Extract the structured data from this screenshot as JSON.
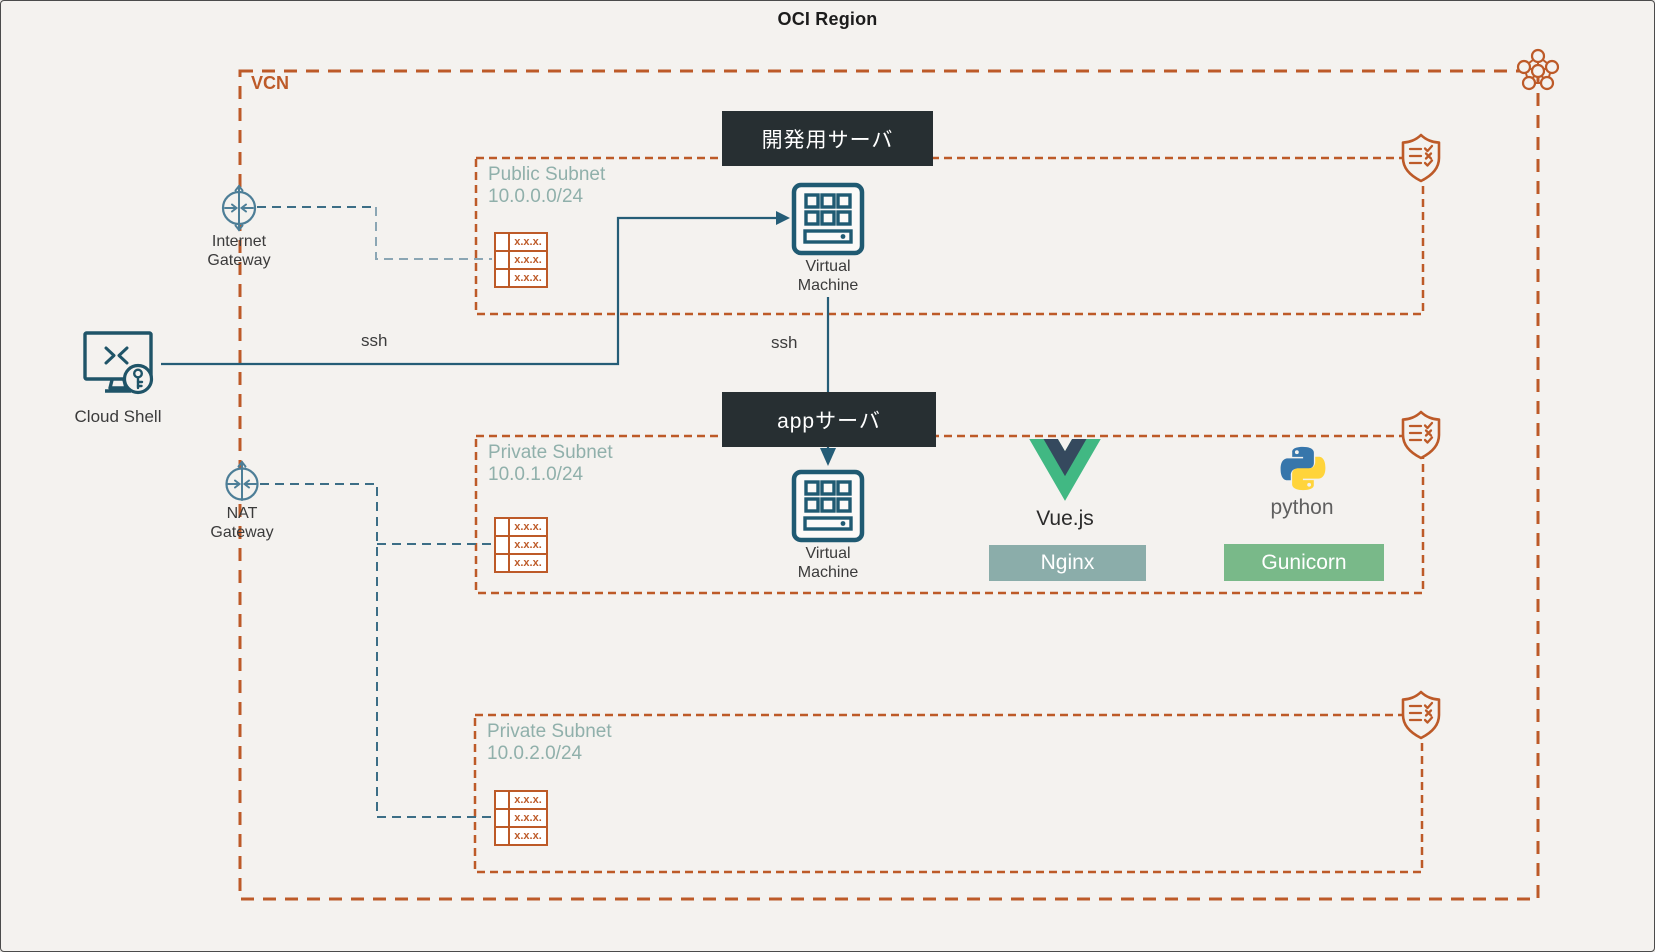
{
  "title": "OCI Region",
  "vcn": {
    "label": "VCN"
  },
  "subnets": [
    {
      "name": "Public Subnet",
      "cidr": "10.0.0.0/24"
    },
    {
      "name": "Private Subnet",
      "cidr": "10.0.1.0/24"
    },
    {
      "name": "Private Subnet",
      "cidr": "10.0.2.0/24"
    }
  ],
  "nodes": {
    "cloud_shell": "Cloud Shell",
    "internet_gateway": {
      "line1": "Internet",
      "line2": "Gateway"
    },
    "nat_gateway": {
      "line1": "NAT",
      "line2": "Gateway"
    },
    "vm": {
      "line1": "Virtual",
      "line2": "Machine"
    }
  },
  "servers": {
    "dev": "開発用サーバ",
    "app": "appサーバ"
  },
  "connections": {
    "ssh_cloud_to_dev": "ssh",
    "ssh_dev_to_app": "ssh"
  },
  "route_table_cell": "x.x.x.",
  "stack": {
    "vue": "Vue.js",
    "python": "python",
    "nginx": "Nginx",
    "gunicorn": "Gunicorn"
  },
  "colors": {
    "background": "#f4f2ef",
    "vcn_orange": "#bd5a28",
    "subnet_label_teal": "#90b0ab",
    "dark_teal_line": "#255d77",
    "gateway_steel_blue": "#4d7e97",
    "connector_light": "#8ba6b4",
    "server_box_dark": "#272f32",
    "vue_green": "#41b883",
    "vue_navy": "#35495e",
    "python_blue": "#3776ab",
    "python_yellow": "#ffd43b",
    "nginx_badge": "#8badaa",
    "gunicorn_badge": "#79b989"
  }
}
